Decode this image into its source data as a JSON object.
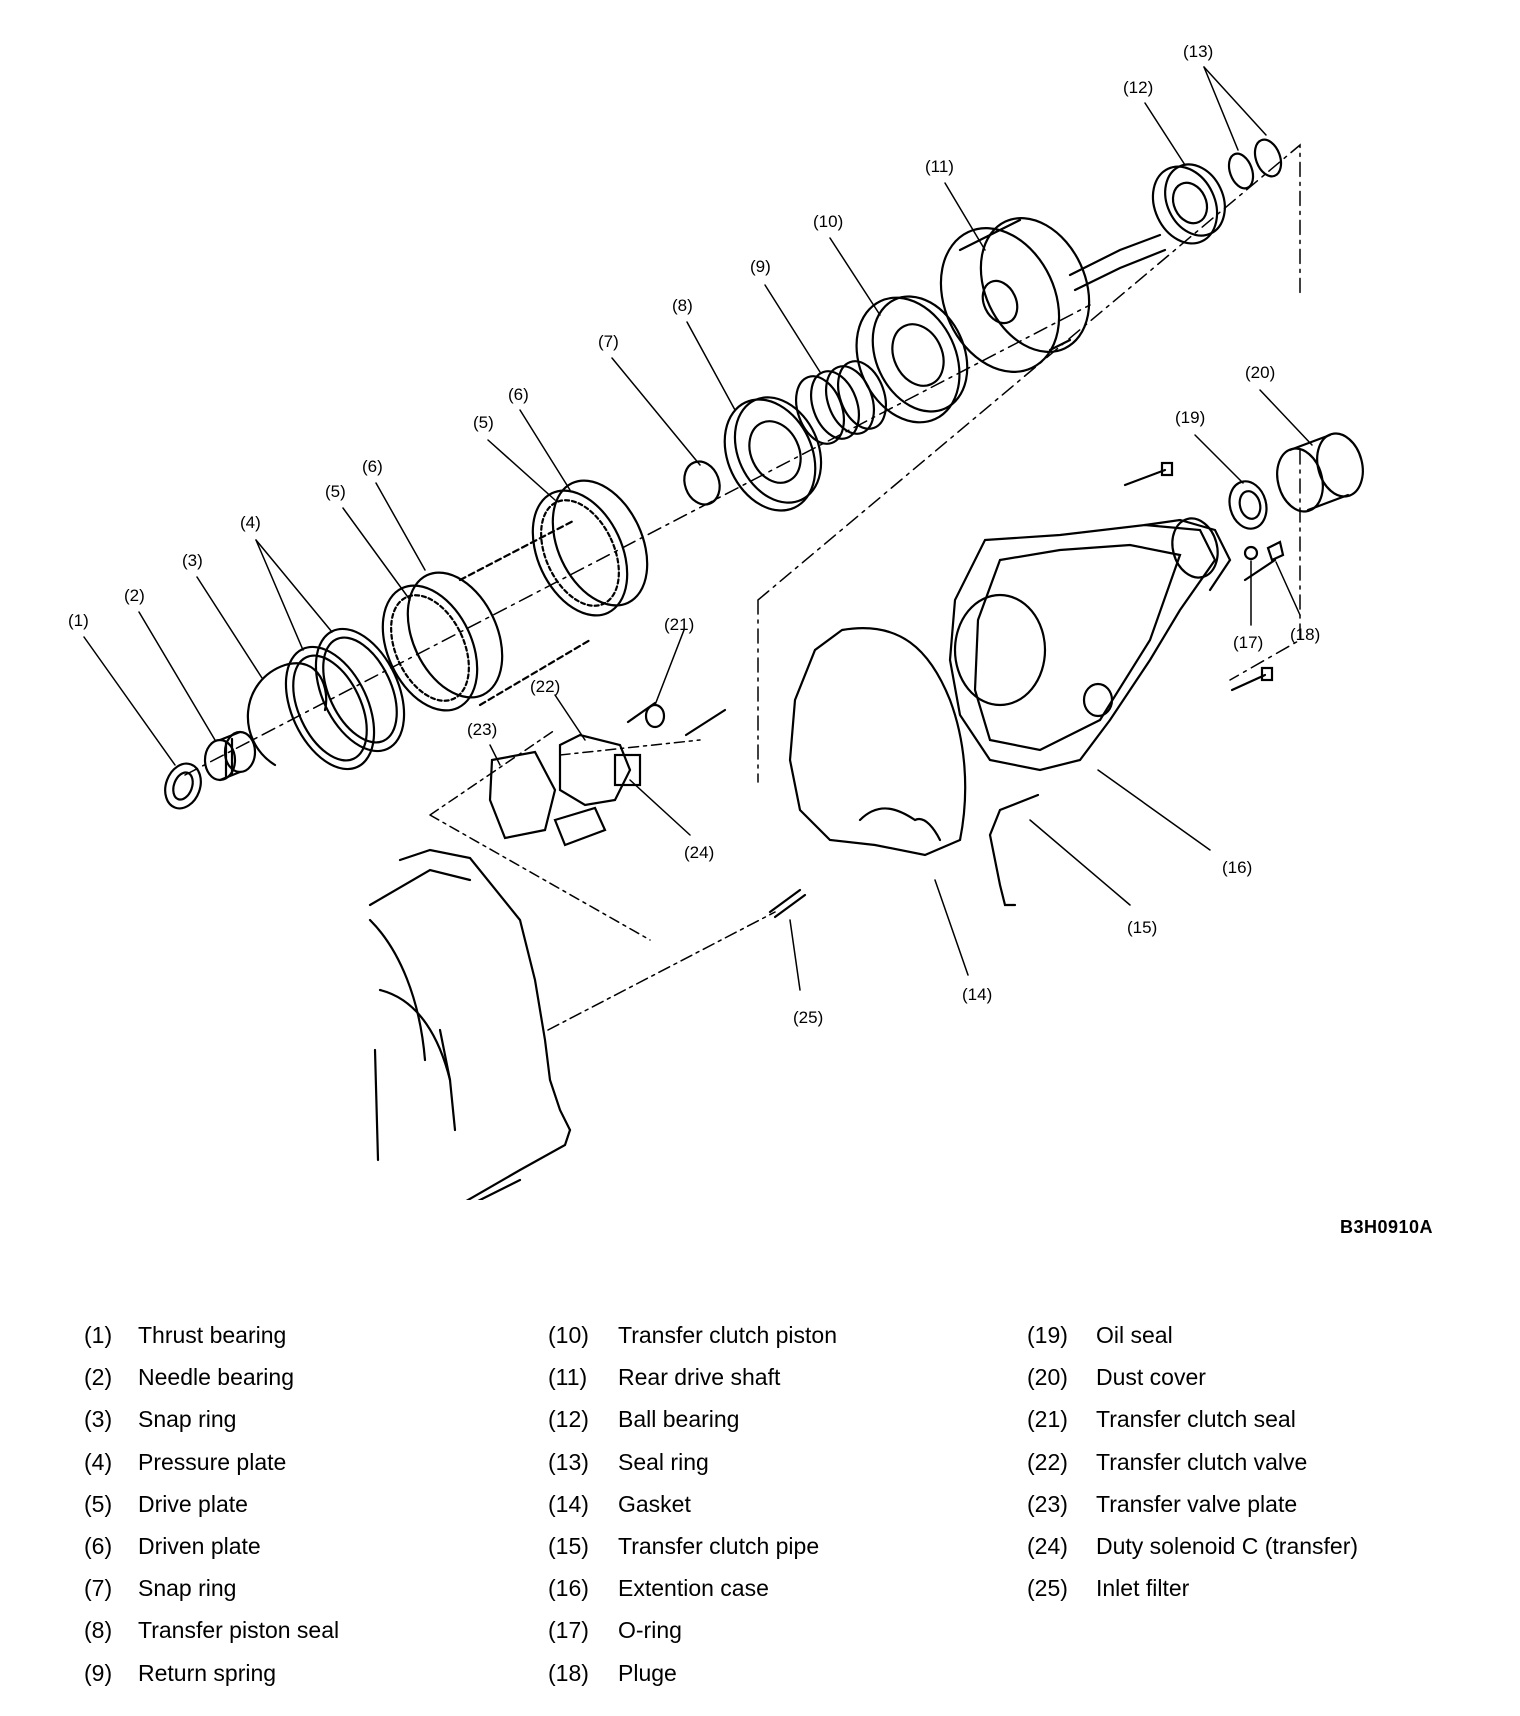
{
  "callouts": [
    "(1)",
    "(2)",
    "(3)",
    "(4)",
    "(5)",
    "(6)",
    "(5)",
    "(6)",
    "(7)",
    "(8)",
    "(9)",
    "(10)",
    "(11)",
    "(12)",
    "(13)",
    "(19)",
    "(20)",
    "(17)",
    "(18)",
    "(21)",
    "(22)",
    "(23)",
    "(24)",
    "(16)",
    "(15)",
    "(14)",
    "(25)"
  ],
  "figure_code": "B3H0910A",
  "legend": {
    "col1": [
      {
        "num": "(1)",
        "label": "Thrust bearing"
      },
      {
        "num": "(2)",
        "label": "Needle bearing"
      },
      {
        "num": "(3)",
        "label": "Snap ring"
      },
      {
        "num": "(4)",
        "label": "Pressure plate"
      },
      {
        "num": "(5)",
        "label": "Drive plate"
      },
      {
        "num": "(6)",
        "label": "Driven plate"
      },
      {
        "num": "(7)",
        "label": "Snap ring"
      },
      {
        "num": "(8)",
        "label": "Transfer piston seal"
      },
      {
        "num": "(9)",
        "label": "Return spring"
      }
    ],
    "col2": [
      {
        "num": "(10)",
        "label": "Transfer clutch piston"
      },
      {
        "num": "(11)",
        "label": "Rear drive shaft"
      },
      {
        "num": "(12)",
        "label": "Ball bearing"
      },
      {
        "num": "(13)",
        "label": "Seal ring"
      },
      {
        "num": "(14)",
        "label": "Gasket"
      },
      {
        "num": "(15)",
        "label": "Transfer clutch pipe"
      },
      {
        "num": "(16)",
        "label": "Extention case"
      },
      {
        "num": "(17)",
        "label": "O-ring"
      },
      {
        "num": "(18)",
        "label": "Pluge"
      }
    ],
    "col3": [
      {
        "num": "(19)",
        "label": "Oil seal"
      },
      {
        "num": "(20)",
        "label": "Dust cover"
      },
      {
        "num": "(21)",
        "label": "Transfer clutch seal"
      },
      {
        "num": "(22)",
        "label": "Transfer clutch valve"
      },
      {
        "num": "(23)",
        "label": "Transfer valve plate"
      },
      {
        "num": "(24)",
        "label": "Duty solenoid C (transfer)"
      },
      {
        "num": "(25)",
        "label": "Inlet filter"
      }
    ]
  }
}
